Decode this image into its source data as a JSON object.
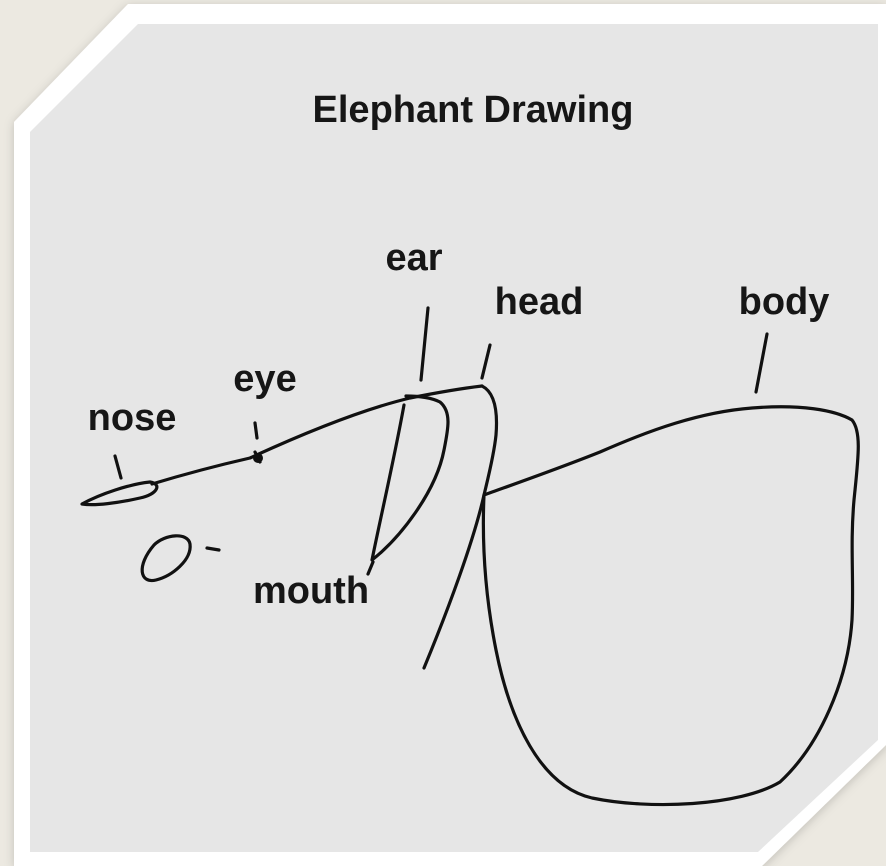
{
  "title": "Elephant Drawing",
  "labels": {
    "ear": "ear",
    "head": "head",
    "body": "body",
    "eye": "eye",
    "nose": "nose",
    "mouth": "mouth"
  },
  "colors": {
    "page_background": "#ece9e1",
    "card_background": "#e6e6e6",
    "card_border": "#ffffff",
    "ink": "#111111"
  }
}
